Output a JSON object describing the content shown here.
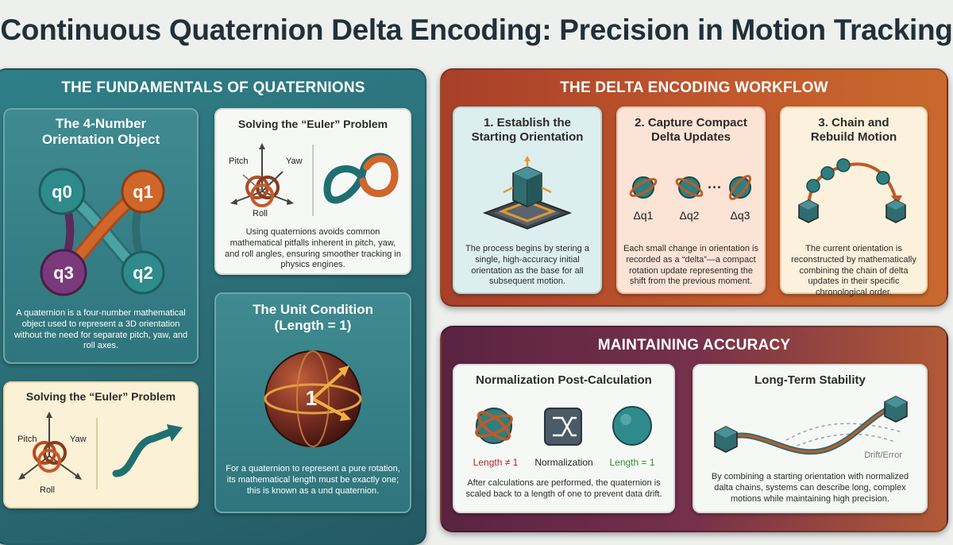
{
  "title": "Continuous Quaternion Delta Encoding: Precision in Motion Tracking",
  "fundamentals": {
    "heading": "THE FUNDAMENTALS OF QUATERNIONS",
    "four_number": {
      "title_line1": "The 4-Number",
      "title_line2": "Orientation Object",
      "nodes": [
        "q0",
        "q1",
        "q2",
        "q3"
      ],
      "body": "A quaternion is a four-number mathematical object used to represent a 3D orientation without the need for separate pitch, yaw, and roll axes."
    },
    "euler_top": {
      "title": "Solving the “Euler” Problem",
      "axis_pitch": "Pitch",
      "axis_yaw": "Yaw",
      "axis_roll": "Roll",
      "body": "Using quaternions avoids common mathematical pitfalls inherent in pitch, yaw, and roll angles, ensuring smoother tracking in physics engines."
    },
    "euler_bottom": {
      "title": "Solving the “Euler” Problem",
      "axis_pitch": "Pitch",
      "axis_yaw": "Yaw",
      "axis_roll": "Roll"
    },
    "unit": {
      "title_line1": "The Unit Condition",
      "title_line2": "(Length = 1)",
      "sphere_label": "1",
      "body": "For a quaternion to represent a pure rotation, its mathematical length must be exactly one; this is known as a und quaternion."
    }
  },
  "workflow": {
    "heading": "THE DELTA ENCODING WORKFLOW",
    "steps": [
      {
        "title_line1": "1. Establish the",
        "title_line2": "Starting Orientation",
        "body": "The process begins by stering a single, high-accuracy initial orientation as the base for all subsequent motion."
      },
      {
        "title_line1": "2. Capture Compact",
        "title_line2": "Delta Updates",
        "body": "Each small change in orientation is recorded as a “delta”—a compact rotation update representing the shift from the previous moment.",
        "deltas": [
          "Δq1",
          "Δq2",
          "Δq3"
        ],
        "ellipsis": "···"
      },
      {
        "title_line1": "3. Chain and",
        "title_line2": "Rebuild Motion",
        "body": "The current orientation is reconstructed by mathematically combining the chain of delta updates in their specific chronological order."
      }
    ]
  },
  "accuracy": {
    "heading": "MAINTAINING ACCURACY",
    "normalization": {
      "title": "Normalization Post-Calculation",
      "label_bad": "Length ≠ 1",
      "label_mid": "Normalization",
      "label_good": "Length = 1",
      "body": "After calculations are performed, the quaternion is scaled back to a length of one to prevent data drift."
    },
    "stability": {
      "title": "Long-Term Stability",
      "drift_label": "Drift/Error",
      "body": "By combining a starting orientation with normalized dalta chains, systems can describe long, complex motions while maintaining high precision."
    }
  },
  "colors": {
    "teal": "#2f7f88",
    "rust": "#c25a2c",
    "plum": "#5a2342",
    "q_orange": "#d0662a",
    "q_teal": "#2f8a8c",
    "q_purple": "#7a3a7a",
    "good_green": "#2f8a3a",
    "bad_red": "#b02a2a"
  }
}
